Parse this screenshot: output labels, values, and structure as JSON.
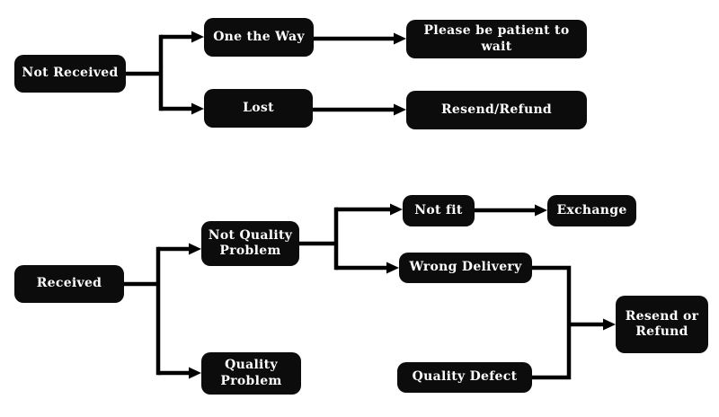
{
  "diagram": {
    "background_color": "#ffffff",
    "node_fill_color": "#0c0c0c",
    "node_text_color": "#ffffff",
    "connector_color": "#000000"
  },
  "nodes": {
    "not_received": {
      "label": "Not Received"
    },
    "one_the_way": {
      "label": "One the Way"
    },
    "lost": {
      "label": "Lost"
    },
    "please_wait": {
      "label": "Please be patient to wait"
    },
    "resend_slash_refund": {
      "label": "Resend/Refund"
    },
    "received": {
      "label": "Received"
    },
    "not_quality_problem": {
      "label": "Not Quality Problem"
    },
    "quality_problem": {
      "label": "Quality Problem"
    },
    "not_fit": {
      "label": "Not fit"
    },
    "exchange": {
      "label": "Exchange"
    },
    "wrong_delivery": {
      "label": "Wrong Delivery"
    },
    "quality_defect": {
      "label": "Quality Defect"
    },
    "resend_or_refund": {
      "label": "Resend or Refund"
    }
  },
  "edges": [
    {
      "from": "Not Received",
      "to": "One the Way"
    },
    {
      "from": "Not Received",
      "to": "Lost"
    },
    {
      "from": "One the Way",
      "to": "Please be patient to wait"
    },
    {
      "from": "Lost",
      "to": "Resend/Refund"
    },
    {
      "from": "Received",
      "to": "Not Quality Problem"
    },
    {
      "from": "Received",
      "to": "Quality Problem"
    },
    {
      "from": "Not Quality Problem",
      "to": "Not fit"
    },
    {
      "from": "Not Quality Problem",
      "to": "Wrong Delivery"
    },
    {
      "from": "Not fit",
      "to": "Exchange"
    },
    {
      "from": "Wrong Delivery",
      "to": "Resend or Refund"
    },
    {
      "from": "Quality Problem",
      "to": "Quality Defect"
    },
    {
      "from": "Quality Defect",
      "to": "Resend or Refund"
    }
  ]
}
